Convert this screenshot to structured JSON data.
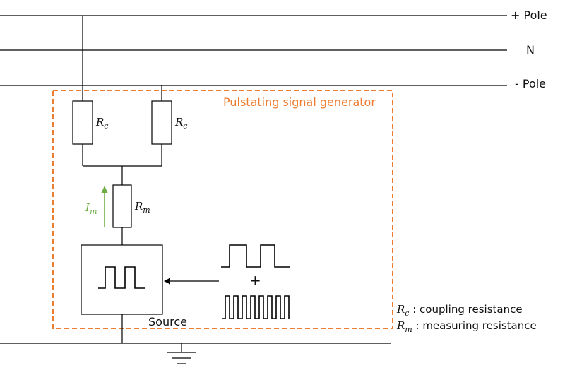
{
  "poles": {
    "plus": "+ Pole",
    "neutral": "N",
    "minus": "- Pole"
  },
  "generator": {
    "title": "Pulstating signal generator",
    "source_label": "Source",
    "plus_sign": "+"
  },
  "resistors": {
    "rc_symbol": "R",
    "rc_sub": "c",
    "rm_symbol": "R",
    "rm_sub": "m"
  },
  "current": {
    "symbol": "I",
    "sub": "m"
  },
  "legend": {
    "rc_symbol": "R",
    "rc_sub": "c",
    "rc_text": " : coupling resistance",
    "rm_symbol": "R",
    "rm_sub": "m",
    "rm_text": " : measuring resistance"
  },
  "colors": {
    "generator_border": "#ed7d31",
    "current_arrow": "#70ad47",
    "lines": "#000000"
  }
}
